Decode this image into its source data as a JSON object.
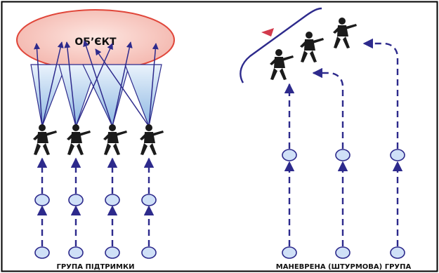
{
  "object_label": "ОБ’ЄКТ",
  "support_group_caption": "ГРУПА ПІДТРИМКИ",
  "maneuver_group_caption": "МАНЕВРЕНА (ШТУРМОВА) ГРУПА",
  "colors": {
    "arrow": "#2d2a8c",
    "node_fill": "#cfe0f7",
    "node_stroke": "#2d2a8c",
    "ellipse_fill": "#f6c9c2",
    "ellipse_stroke": "#e0463a",
    "fire_cone": "#b9d4f0",
    "soldier": "#1b1b1b",
    "frame": "#000000",
    "maneuver_curve": "#2d2a8c",
    "maneuver_arrowhead": "#d23a4c"
  }
}
